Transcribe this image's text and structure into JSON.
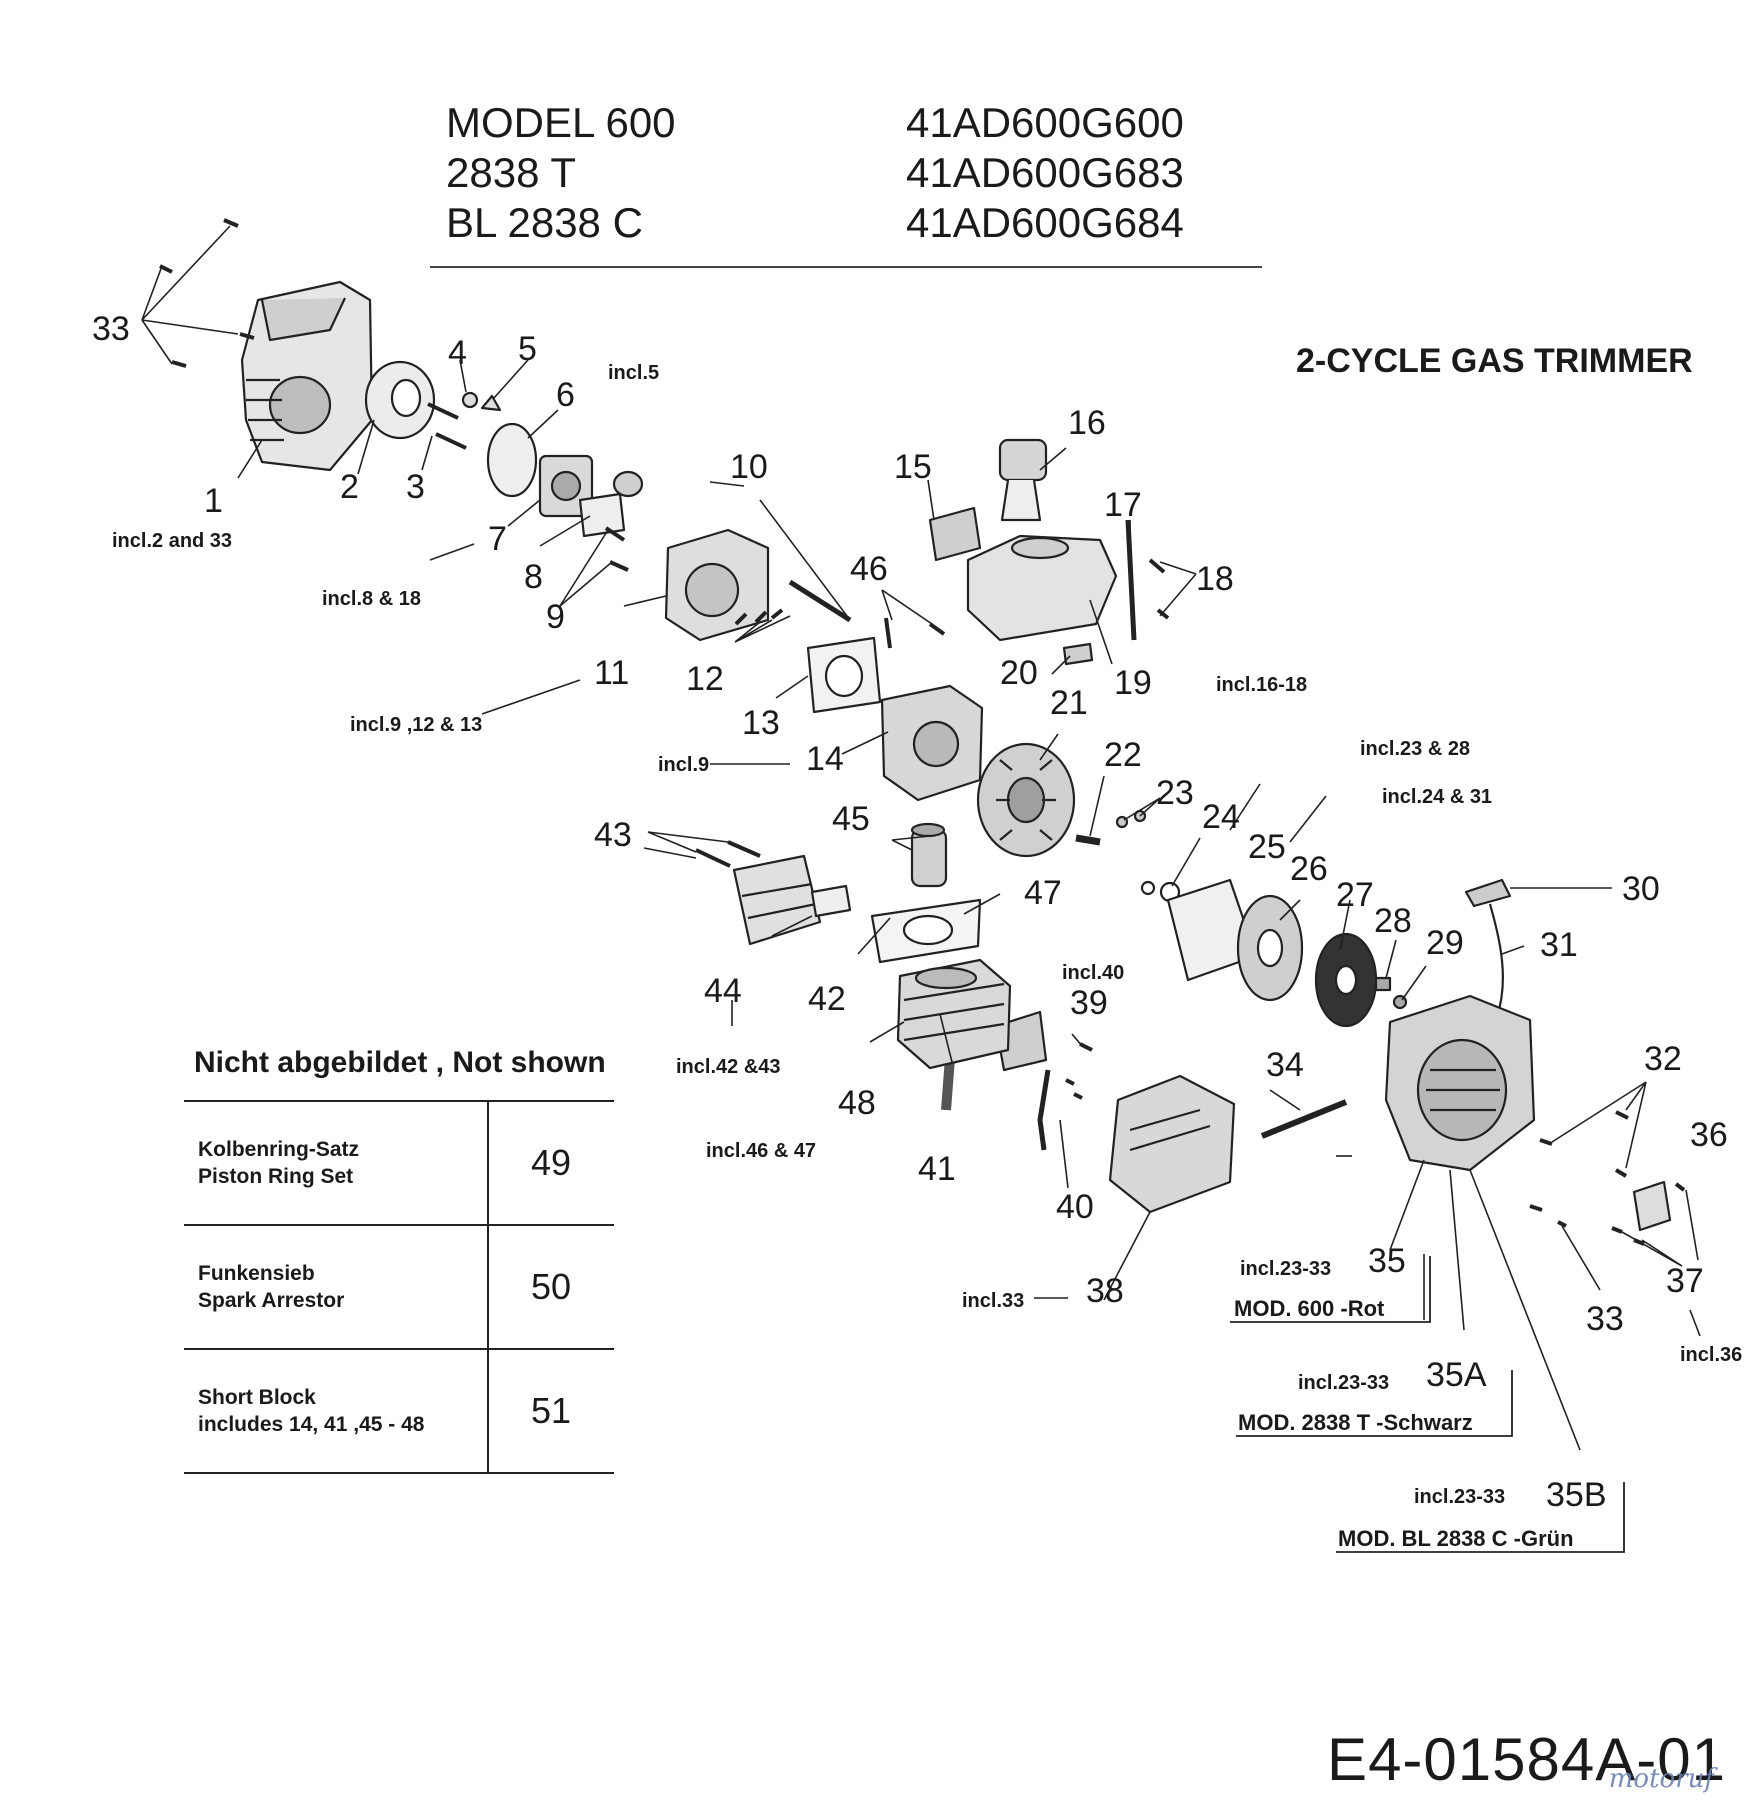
{
  "header": {
    "rows": [
      {
        "model": "MODEL 600",
        "number": "41AD600G600"
      },
      {
        "model": "2838 T",
        "number": "41AD600G683"
      },
      {
        "model": "BL 2838 C",
        "number": "41AD600G684"
      }
    ]
  },
  "title": "2-CYCLE GAS TRIMMER",
  "callouts": {
    "p1": "1",
    "p2": "2",
    "p3": "3",
    "p4": "4",
    "p5": "5",
    "p6": "6",
    "p7": "7",
    "p8": "8",
    "p9": "9",
    "p10": "10",
    "p11": "11",
    "p12": "12",
    "p13": "13",
    "p14": "14",
    "p15": "15",
    "p16": "16",
    "p17": "17",
    "p18": "18",
    "p19": "19",
    "p20": "20",
    "p21": "21",
    "p22": "22",
    "p23": "23",
    "p24": "24",
    "p25": "25",
    "p26": "26",
    "p27": "27",
    "p28": "28",
    "p29": "29",
    "p30": "30",
    "p31": "31",
    "p32": "32",
    "p33a": "33",
    "p33b": "33",
    "p34": "34",
    "p35": "35",
    "p35a": "35A",
    "p35b": "35B",
    "p36": "36",
    "p37": "37",
    "p38": "38",
    "p39": "39",
    "p40": "40",
    "p41": "41",
    "p42": "42",
    "p43": "43",
    "p44": "44",
    "p45": "45",
    "p46": "46",
    "p47": "47",
    "p48": "48"
  },
  "notes": {
    "n1": "incl.2 and 33",
    "n5": "incl.5",
    "n7": "incl.8 & 18",
    "n11": "incl.9 ,12 & 13",
    "n14": "incl.9",
    "n19": "incl.16-18",
    "n25": "incl.23 & 28",
    "n26": "incl.24 & 31",
    "n40": "incl.40",
    "n44": "incl.42 &43",
    "n48": "incl.46 & 47",
    "n38": "incl.33",
    "n35": "incl.23-33",
    "n35a": "incl.23-33",
    "n35b": "incl.23-33",
    "n37": "incl.36"
  },
  "models": {
    "m35": "MOD. 600 -Rot",
    "m35a": "MOD. 2838 T -Schwarz",
    "m35b": "MOD. BL 2838 C -Grün"
  },
  "not_shown": {
    "title": "Nicht abgebildet , Not shown",
    "rows": [
      {
        "desc1": "Kolbenring-Satz",
        "desc2": "Piston Ring Set",
        "part": "49"
      },
      {
        "desc1": "Funkensieb",
        "desc2": "Spark Arrestor",
        "part": "50"
      },
      {
        "desc1": "Short Block",
        "desc2": "includes 14, 41 ,45 - 48",
        "part": "51"
      }
    ]
  },
  "document_number": "E4-01584A-01",
  "watermark": "motoruf"
}
